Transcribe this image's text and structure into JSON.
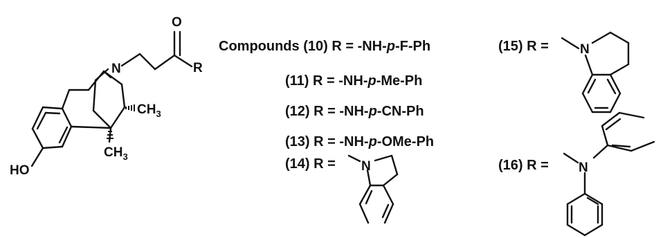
{
  "scaffold": {
    "atoms": {
      "oxygen": "O",
      "r_group": "R",
      "nitrogen": "N",
      "methyl_upper": "CH",
      "methyl_upper_sub": "3",
      "methyl_lower": "CH",
      "methyl_lower_sub": "3",
      "hydroxyl": "HO"
    }
  },
  "compounds": {
    "header": "Compounds",
    "c10": {
      "id": "(10) R = ",
      "prefix": "-NH-",
      "italic": "p",
      "suffix": "-F-Ph"
    },
    "c11": {
      "id": "(11) R = ",
      "prefix": "-NH-",
      "italic": "p",
      "suffix": "-Me-Ph"
    },
    "c12": {
      "id": "(12) R = ",
      "prefix": "-NH-",
      "italic": "p",
      "suffix": "-CN-Ph"
    },
    "c13": {
      "id": "(13) R = ",
      "prefix": "-NH-",
      "italic": "p",
      "suffix": "-OMe-Ph"
    },
    "c14": {
      "id": "(14) R = ",
      "atom": "N"
    },
    "c15": {
      "id": "(15) R = ",
      "atom": "N"
    },
    "c16": {
      "id": "(16) R = ",
      "atom": "N"
    }
  }
}
